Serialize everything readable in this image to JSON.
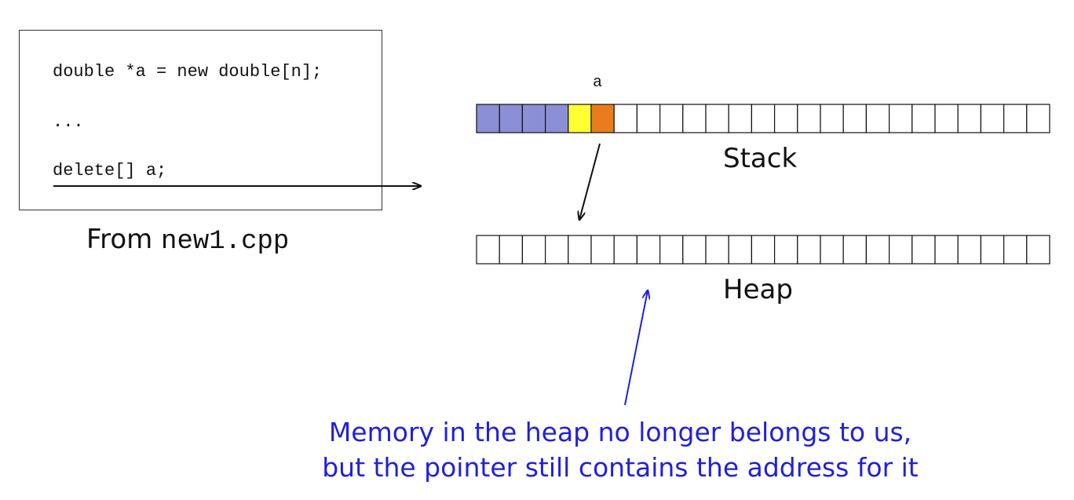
{
  "code": {
    "lines": [
      "double *a = new double[n];",
      "...",
      "delete[] a;"
    ]
  },
  "caption": {
    "prefix": "From ",
    "filename": "new1.cpp"
  },
  "pointer_label": "a",
  "stack": {
    "title": "Stack",
    "cells": 25,
    "colors": [
      "#8a8fd6",
      "#8a8fd6",
      "#8a8fd6",
      "#8a8fd6",
      "#ffff33",
      "#e87c1e"
    ]
  },
  "heap": {
    "title": "Heap",
    "cells": 25
  },
  "note": {
    "line1": "Memory in the heap no longer belongs to us,",
    "line2": "but the pointer still contains the address for it",
    "color": "#1f1fe0"
  }
}
